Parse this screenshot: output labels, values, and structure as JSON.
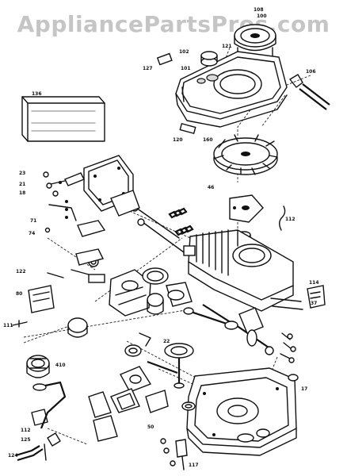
{
  "watermark": {
    "text": "AppliancePartsPros.com"
  },
  "callouts": [
    {
      "label": "108"
    },
    {
      "label": "100"
    },
    {
      "label": "121"
    },
    {
      "label": "102"
    },
    {
      "label": "127"
    },
    {
      "label": "101"
    },
    {
      "label": "106"
    },
    {
      "label": "136"
    },
    {
      "label": "120"
    },
    {
      "label": "160"
    },
    {
      "label": "23"
    },
    {
      "label": "21"
    },
    {
      "label": "18"
    },
    {
      "label": "71"
    },
    {
      "label": "74"
    },
    {
      "label": "46"
    },
    {
      "label": "112"
    },
    {
      "label": "122"
    },
    {
      "label": "80"
    },
    {
      "label": "111"
    },
    {
      "label": "114"
    },
    {
      "label": "37"
    },
    {
      "label": "410"
    },
    {
      "label": "112"
    },
    {
      "label": "125"
    },
    {
      "label": "124"
    },
    {
      "label": "50"
    },
    {
      "label": "117"
    },
    {
      "label": "22"
    },
    {
      "label": "17"
    }
  ]
}
